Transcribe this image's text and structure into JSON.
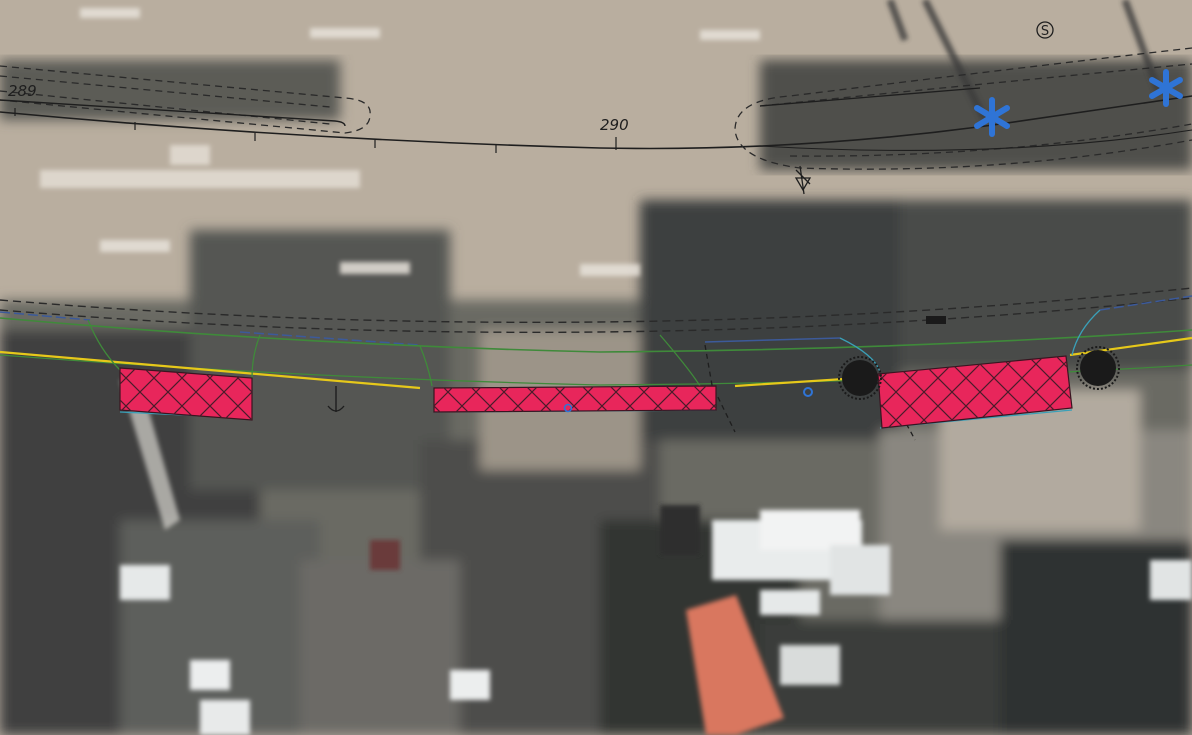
{
  "map": {
    "chainage_labels": {
      "km_289": "289",
      "km_290": "290"
    },
    "symbol_labels": {
      "corner_symbol": "S"
    },
    "colors": {
      "asphalt_light": "#b4aa9e",
      "asphalt_mid": "#a39a8e",
      "vegetation_dark": "#3f4140",
      "vegetation_mid": "#5a5b58",
      "building_orange": "#d9775e",
      "roof_white": "#e9ecec",
      "noise_barrier_fill": "#e8265b",
      "noise_barrier_hatch": "#4a1c2a",
      "centerline": "#1e1e1e",
      "dashed_lines": "#2a2a2a",
      "green_line": "#3f8a3a",
      "yellow_line": "#e6c81a",
      "blue_line": "#3c5a9a",
      "cyan_line": "#3aa0b8",
      "blue_marker": "#2f74d6",
      "tree_symbol": "#1a1a1a"
    },
    "icons": [
      "blue-star-marker-icon",
      "tree-symbol-icon",
      "anchor-symbol-icon",
      "circled-s-icon",
      "survey-point-icon"
    ]
  }
}
